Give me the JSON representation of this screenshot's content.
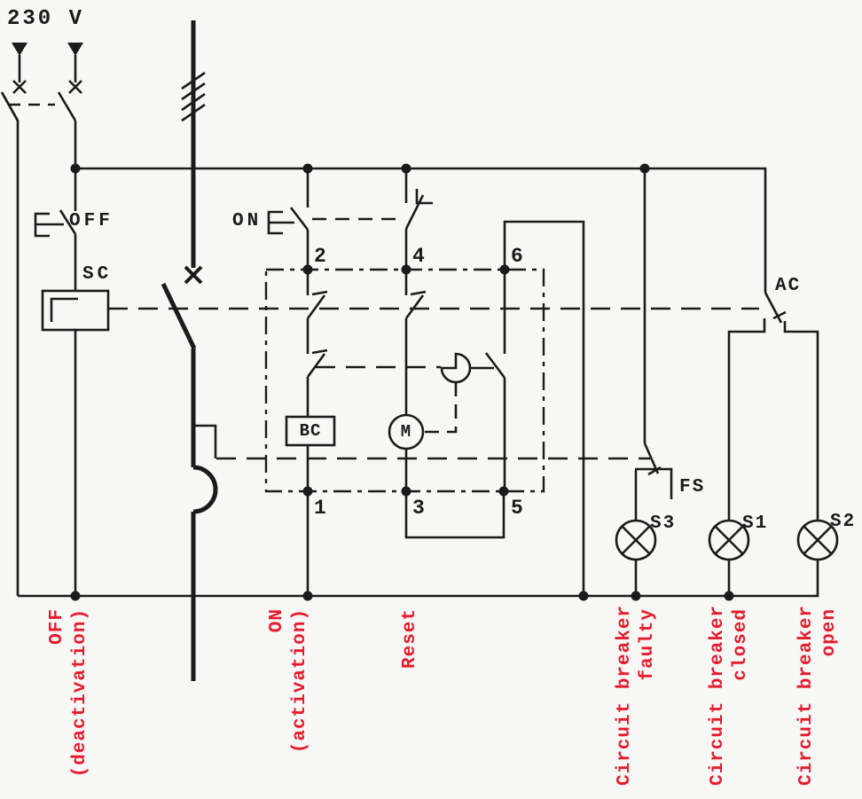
{
  "colors": {
    "background": "#f7f7f5",
    "line": "#1b1b1b",
    "label_red": "#e81b2c"
  },
  "power": {
    "voltage": "230 V"
  },
  "components": {
    "off_button": "OFF",
    "closing_coil": "SC",
    "on_button": "ON",
    "blocking_coil": "BC",
    "motor": "M",
    "aux_contact": "AC",
    "fault_switch": "FS",
    "lamp_faulty": "S3",
    "lamp_closed": "S1",
    "lamp_open": "S2"
  },
  "terminals": {
    "t1": "1",
    "t2": "2",
    "t3": "3",
    "t4": "4",
    "t5": "5",
    "t6": "6"
  },
  "footer": [
    {
      "line1": "OFF",
      "line2": "(deactivation)"
    },
    {
      "line1": "ON",
      "line2": "(activation)"
    },
    {
      "line1": "Reset",
      "line2": ""
    },
    {
      "line1": "Circuit breaker",
      "line2": "faulty"
    },
    {
      "line1": "Circuit breaker",
      "line2": "closed"
    },
    {
      "line1": "Circuit breaker",
      "line2": "open"
    }
  ]
}
